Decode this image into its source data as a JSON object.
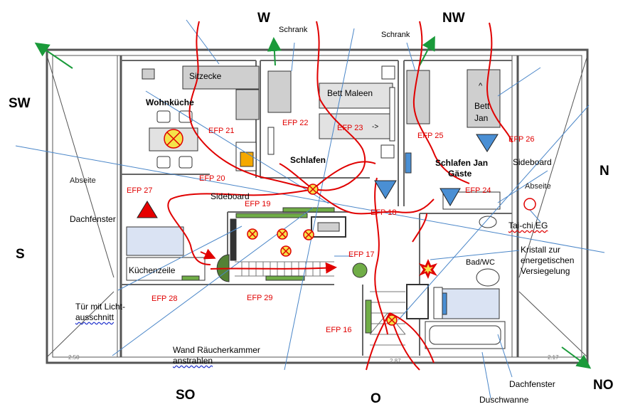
{
  "directions": {
    "w": "W",
    "nw": "NW",
    "sw": "SW",
    "n": "N",
    "s": "S",
    "so": "SO",
    "o": "O",
    "no": "NO"
  },
  "rooms": {
    "wohnkueche": "Wohnküche",
    "schlafen": "Schlafen",
    "schlafen_jan_gaeste_1": "Schlafen Jan",
    "schlafen_jan_gaeste_2": "Gäste",
    "bad": "Bad/WC",
    "abseite_left": "Abseite",
    "abseite_right": "Abseite"
  },
  "labels": {
    "sitzecke": "Sitzecke",
    "schrank_left": "Schrank",
    "schrank_right": "Schrank",
    "bett_maleen": "Bett Maleen",
    "bett_jan_1": "Bett",
    "bett_jan_2": "Jan",
    "bett_jan_arrow": "^",
    "bett_maleen_arrow": "->",
    "sideboard_left": "Sideboard",
    "sideboard_right": "Sideboard",
    "dachfenster_left": "Dachfenster",
    "dachfenster_right": "Dachfenster",
    "kuechenzeile": "Küchenzeile",
    "tur_1": "Tür mit Licht-",
    "tur_2": "ausschnitt",
    "wand_1": "Wand Räucherkammer",
    "wand_2": "anstrahlen",
    "taichi": "Tai-chi EG",
    "kristall_1": "Kristall zur",
    "kristall_2": "energetischen",
    "kristall_3": "Versiegelung",
    "duschwanne": "Duschwanne"
  },
  "efp": {
    "p16": "EFP 16",
    "p17": "EFP 17",
    "p18": "EFP 18",
    "p19": "EFP 19",
    "p20": "EFP 20",
    "p21": "EFP 21",
    "p22": "EFP 22",
    "p23": "EFP 23",
    "p24": "EFP 24",
    "p25": "EFP 25",
    "p26": "EFP 26",
    "p27": "EFP 27",
    "p28": "EFP 28",
    "p29": "EFP 29"
  },
  "colors": {
    "red": "#e00000",
    "blue_line": "#4a86c8",
    "green": "#70ad47",
    "dark_green": "#548235",
    "triangle_blue": "#4a8fd4",
    "yellow": "#f4e34a",
    "orange": "#f5a800",
    "furniture_gray": "#cfcfcf",
    "light_blue_fill": "#dae3f3",
    "wall": "#555555"
  }
}
